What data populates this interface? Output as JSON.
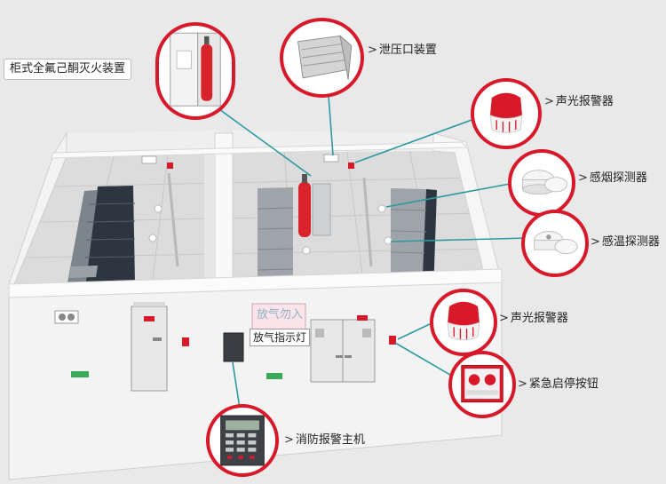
{
  "labels": {
    "cabinet": "柜式全氟己酮灭火装置",
    "vent": "泄压口装置",
    "alarm_top": "声光报警器",
    "smoke": "感烟探测器",
    "heat": "感温探测器",
    "alarm_mid": "声光报警器",
    "emergency": "紧急启停按钮",
    "host": "消防报警主机"
  },
  "arrow_glyph": ">",
  "sign": {
    "top": "放气勿入",
    "bottom": "放气指示灯"
  },
  "colors": {
    "accent": "#d8192a",
    "line": "#2a9aa0",
    "cylinder": "#d8232a"
  },
  "icons": [
    "cabinet-icon",
    "vent-icon",
    "alarm-icon",
    "smoke-detector-icon",
    "heat-detector-icon",
    "emergency-button-icon",
    "fire-panel-icon"
  ]
}
